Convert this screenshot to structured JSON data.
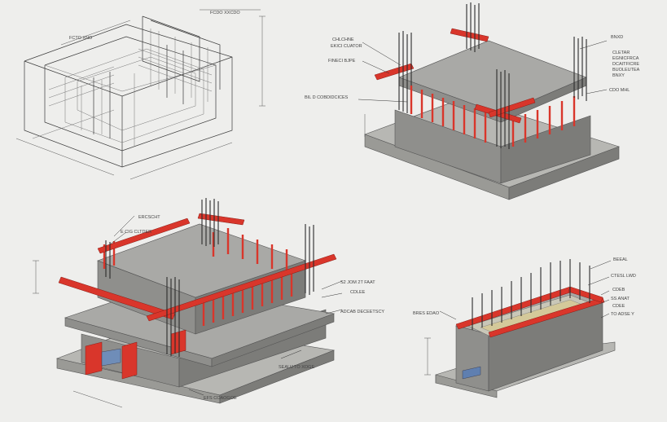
{
  "labels": {
    "tl_top_right": "FCDO  XXCDO",
    "tl_top_left": "FCTO XNO",
    "tr_1": "CHLCHNE",
    "tr_2": "EKICI CUATOR",
    "tr_3": "FINECI  BJPE",
    "tr_4": "BIL D COBDIDCICES",
    "tr_5": "BNXD",
    "tr_6": "CLETAR",
    "tr_7": "EGNICFRCA",
    "tr_8": "DCAITFICRE",
    "tr_9": "BUOLEUTEA",
    "tr_10": "BNXY",
    "tr_11": "CDO  MHL",
    "bl_1": "ERCSCHT",
    "bl_2": "E CIG CLTDER",
    "bl_3": "S2 JOM 2T FAAT",
    "bl_4": "CDLEE",
    "bl_5": "ADCAB DECEETSCY",
    "bl_6": "SEAUJ TO XOGE",
    "bl_7": "EFS COAOGOE",
    "br_1": "BEEAL",
    "br_2": "CTESL LWD",
    "br_3": "CDEB",
    "br_4": "SS ANAT",
    "br_5": "CDEE",
    "br_6": "TO ADSE Y",
    "br_7": "BRES EDAO"
  }
}
